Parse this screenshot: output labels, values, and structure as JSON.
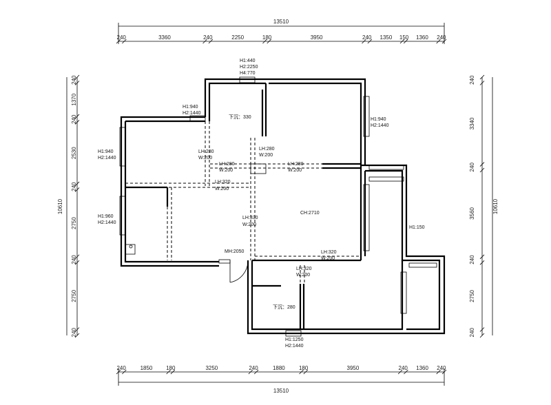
{
  "dimensions": {
    "top_total": "13510",
    "top_segments": [
      "240",
      "3360",
      "240",
      "2250",
      "180",
      "3950",
      "240",
      "1350",
      "150",
      "1360",
      "240"
    ],
    "bottom_total": "13510",
    "bottom_segments": [
      "240",
      "1850",
      "180",
      "3250",
      "240",
      "1880",
      "180",
      "3950",
      "240",
      "1360",
      "240"
    ],
    "left_total": "10610",
    "left_segments": [
      "240",
      "1370",
      "240",
      "2530",
      "240",
      "2750",
      "240",
      "2750",
      "240"
    ],
    "right_total": "10610",
    "right_segments": [
      "240",
      "3340",
      "240",
      "3560",
      "240",
      "2750",
      "240"
    ]
  },
  "labels": {
    "top_window": [
      "H1:440",
      "H2:2250",
      "H4:770"
    ],
    "nw_window": [
      "H1:940",
      "H2:1440"
    ],
    "sink_top": "下沉：330",
    "beam_a": [
      "LH:280",
      "W:200"
    ],
    "beam_b": [
      "LH:280",
      "W:200"
    ],
    "beam_c": [
      "LH:280",
      "W:200"
    ],
    "beam_d": [
      "LH:280",
      "W:200"
    ],
    "east_window": [
      "H1:940",
      "H2:1440"
    ],
    "west_window_1": [
      "H1:940",
      "H2:1440"
    ],
    "west_window_2": [
      "H1:960",
      "H2:1440"
    ],
    "beam_e": [
      "LH:320",
      "W:200"
    ],
    "ceiling": "CH:2710",
    "beam_f": [
      "LH:330",
      "W:200"
    ],
    "balcony": "H1:150",
    "door": "MH:2050",
    "beam_g": [
      "LH:320",
      "W:200"
    ],
    "beam_h": [
      "LH:320",
      "W:200"
    ],
    "sink_bottom": "下沉：280",
    "bottom_window": [
      "H1:1250",
      "H2:1440"
    ]
  }
}
